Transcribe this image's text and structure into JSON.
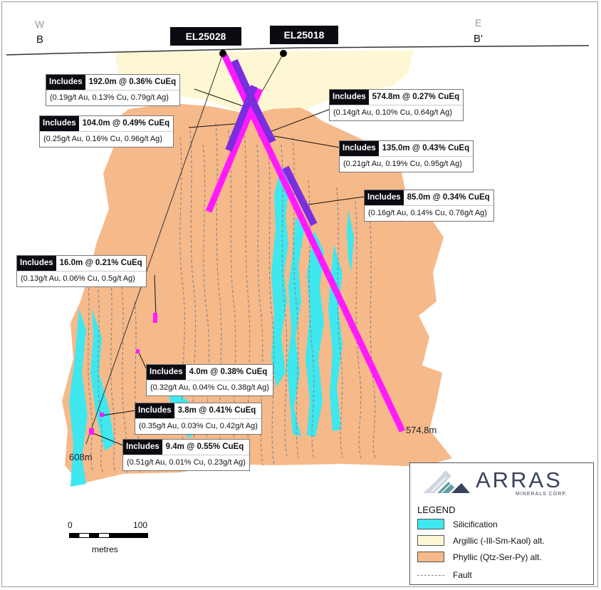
{
  "section": {
    "west_label": "W",
    "west_section": "B",
    "east_label": "E",
    "east_section": "B'"
  },
  "drill_holes": [
    {
      "name": "EL25028",
      "end_depth": "608m"
    },
    {
      "name": "EL25018",
      "end_depth": "574.8m"
    }
  ],
  "intercepts": [
    {
      "tag": "Includes",
      "headline": "192.0m @ 0.36% CuEq",
      "assay": "(0.19g/t Au, 0.13% Cu, 0.79g/t Ag)"
    },
    {
      "tag": "Includes",
      "headline": "104.0m @ 0.49% CuEq",
      "assay": "(0.25g/t Au, 0.16% Cu, 0.96g/t Ag)"
    },
    {
      "tag": "Includes",
      "headline": "574.8m @ 0.27% CuEq",
      "assay": "(0.14g/t Au, 0.10% Cu, 0.64g/t Ag)"
    },
    {
      "tag": "Includes",
      "headline": "135.0m @ 0.43% CuEq",
      "assay": "(0.21g/t Au, 0.19% Cu, 0.95g/t Ag)"
    },
    {
      "tag": "Includes",
      "headline": "85.0m @ 0.34% CuEq",
      "assay": "(0.16g/t Au, 0.14% Cu, 0.76g/t Ag)"
    },
    {
      "tag": "Includes",
      "headline": "16.0m @ 0.21% CuEq",
      "assay": "(0.13g/t Au, 0.06% Cu, 0.5g/t Ag)"
    },
    {
      "tag": "Includes",
      "headline": "4.0m @ 0.38% CuEq",
      "assay": "(0.32g/t Au, 0.04% Cu, 0.38g/t Ag)"
    },
    {
      "tag": "Includes",
      "headline": "3.8m @ 0.41% CuEq",
      "assay": "(0.35g/t Au, 0.03% Cu, 0.42g/t Ag)"
    },
    {
      "tag": "Includes",
      "headline": "9.4m @ 0.55% CuEq",
      "assay": "(0.51g/t Au, 0.01% Cu, 0.23g/t Ag)"
    }
  ],
  "legend": {
    "brand": "ARRAS",
    "brand_sub": "MINERALS CORP.",
    "title": "LEGEND",
    "items": [
      {
        "label": "Silicification",
        "color": "#3ee8ee"
      },
      {
        "label": "Argillic (-Ill-Sm-Kaol) alt.",
        "color": "#fdf7d4"
      },
      {
        "label": "Phyllic (Qtz-Ser-Py) alt.",
        "color": "#f6b98a"
      },
      {
        "label": "Fault",
        "color": "#8a8a8a"
      }
    ]
  },
  "scale_bar": {
    "start": "0",
    "end": "100",
    "unit": "metres"
  },
  "colors": {
    "hole_trace": "#ff1aff",
    "intercept": "#7b2de0",
    "silicification": "#3ee8ee",
    "argillic": "#fdf7d4",
    "phyllic": "#f6b98a"
  }
}
